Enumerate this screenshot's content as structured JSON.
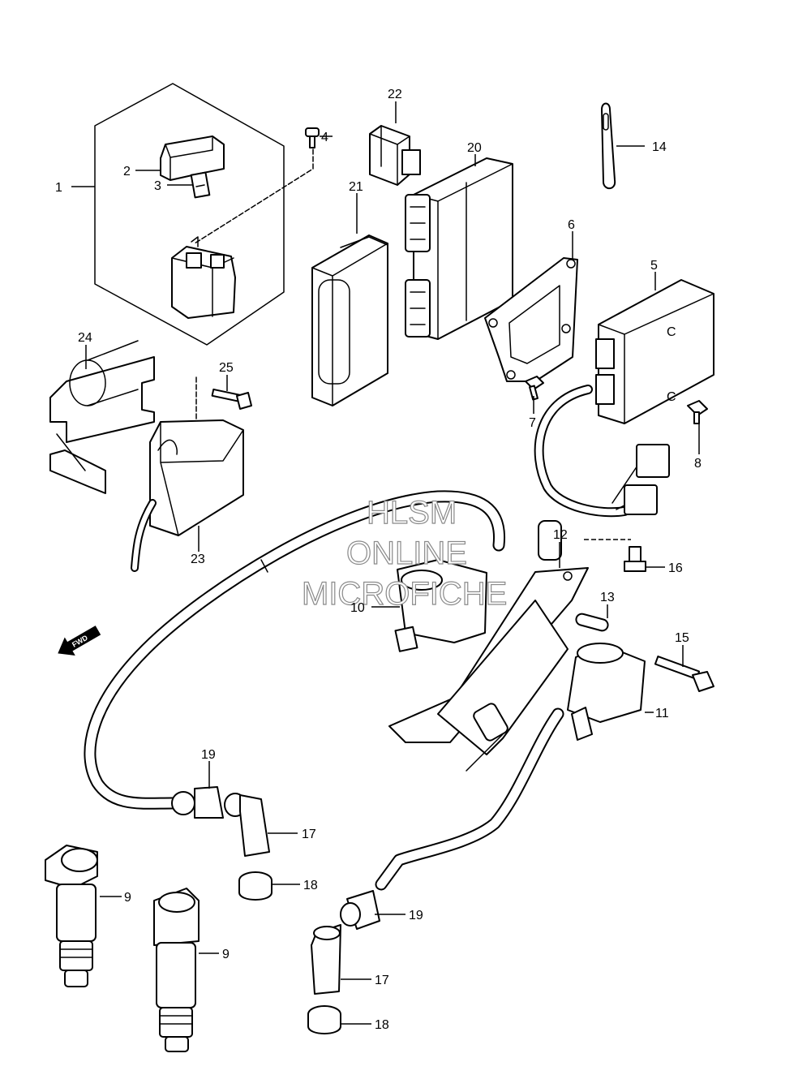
{
  "callouts": {
    "c1": "1",
    "c2": "2",
    "c3": "3",
    "c4": "4",
    "c5": "5",
    "c6": "6",
    "c7": "7",
    "c8": "8",
    "c9a": "9",
    "c9b": "9",
    "c10": "10",
    "c11": "11",
    "c12": "12",
    "c13": "13",
    "c14": "14",
    "c15": "15",
    "c16": "16",
    "c17a": "17",
    "c17b": "17",
    "c18a": "18",
    "c18b": "18",
    "c19a": "19",
    "c19b": "19",
    "c20": "20",
    "c21": "21",
    "c22": "22",
    "c23": "23",
    "c24": "24",
    "c25": "25"
  },
  "watermark": {
    "line1": "HLSM",
    "line2": "ONLINE",
    "line3": "MICROFICHE"
  },
  "fwd_label": "FWD",
  "module_mark_upper": "C",
  "module_mark_lower": "C"
}
